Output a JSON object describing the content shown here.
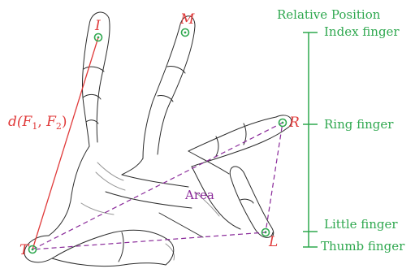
{
  "colors": {
    "finger_marker": "#2fa84f",
    "distance_line": "#e03a3a",
    "area_polygon": "#8a2a9a",
    "relative_axis": "#2fa84f",
    "sketch_stroke": "#2b2b2b"
  },
  "hand_sketch": {
    "icon": "hand-sketch-icon",
    "style": "pencil sketch"
  },
  "points": [
    {
      "id": "I",
      "label": "I"
    },
    {
      "id": "M",
      "label": "M"
    },
    {
      "id": "R",
      "label": "R"
    },
    {
      "id": "L",
      "label": "L"
    },
    {
      "id": "T",
      "label": "T"
    }
  ],
  "distance": {
    "label_prefix": "d(",
    "f1": "F",
    "f1_sub": "1",
    "sep": ", ",
    "f2": "F",
    "f2_sub": "2",
    "label_suffix": ")"
  },
  "area": {
    "label": "Area"
  },
  "relative_position": {
    "title": "Relative Position",
    "ticks": [
      {
        "label": "Index finger"
      },
      {
        "label": "Ring finger"
      },
      {
        "label": "Little finger"
      },
      {
        "label": "Thumb finger"
      }
    ]
  }
}
